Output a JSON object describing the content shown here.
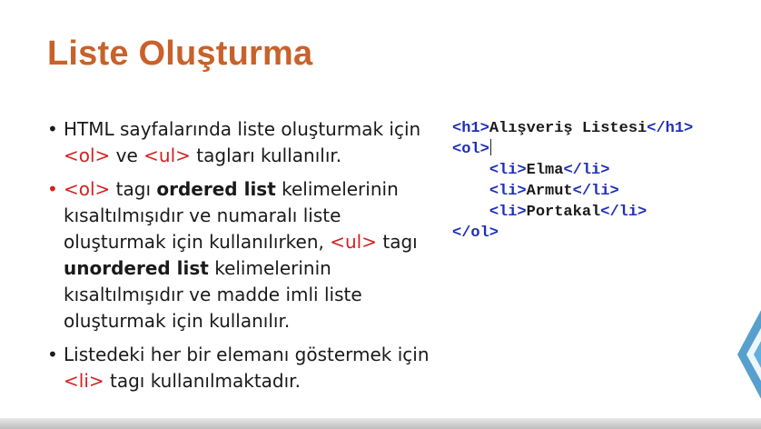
{
  "slide": {
    "title": "Liste Oluşturma",
    "bullets": [
      {
        "segments": [
          {
            "text": "HTML sayfalarında liste oluşturmak için ",
            "style": "normal"
          },
          {
            "text": "<ol>",
            "style": "tag"
          },
          {
            "text": " ve ",
            "style": "normal"
          },
          {
            "text": "<ul>",
            "style": "tag"
          },
          {
            "text": " tagları kullanılır.",
            "style": "normal"
          }
        ]
      },
      {
        "segments": [
          {
            "text": "<ol>",
            "style": "tag"
          },
          {
            "text": " tagı ",
            "style": "normal"
          },
          {
            "text": "ordered list",
            "style": "bold"
          },
          {
            "text": " kelimelerinin kısaltılmışıdır  ve numaralı liste oluşturmak için kullanılırken, ",
            "style": "normal"
          },
          {
            "text": "<ul>",
            "style": "tag"
          },
          {
            "text": " tagı ",
            "style": "normal"
          },
          {
            "text": "unordered list",
            "style": "bold"
          },
          {
            "text": " kelimelerinin kısaltılmışıdır  ve madde imli liste oluşturmak için kullanılır.",
            "style": "normal"
          }
        ]
      },
      {
        "segments": [
          {
            "text": "Listedeki her bir elemanı göstermek için ",
            "style": "normal"
          },
          {
            "text": "<li>",
            "style": "tag"
          },
          {
            "text": " tagı kullanılmaktadır.",
            "style": "normal"
          }
        ]
      }
    ],
    "code": {
      "h1_open": "<h1>",
      "h1_text": "Alışveriş Listesi",
      "h1_close": "</h1>",
      "ol_open": "<ol>",
      "items": [
        {
          "open": "<li>",
          "text": "Elma",
          "close": "</li>"
        },
        {
          "open": "<li>",
          "text": "Armut",
          "close": "</li>"
        },
        {
          "open": "<li>",
          "text": "Portakal",
          "close": "</li>"
        }
      ],
      "ol_close": "</ol>"
    }
  },
  "colors": {
    "title": "#c8622a",
    "tag": "#d62020",
    "code_tag": "#1f2fb8",
    "accent_decoration": "#3a8fc4"
  }
}
